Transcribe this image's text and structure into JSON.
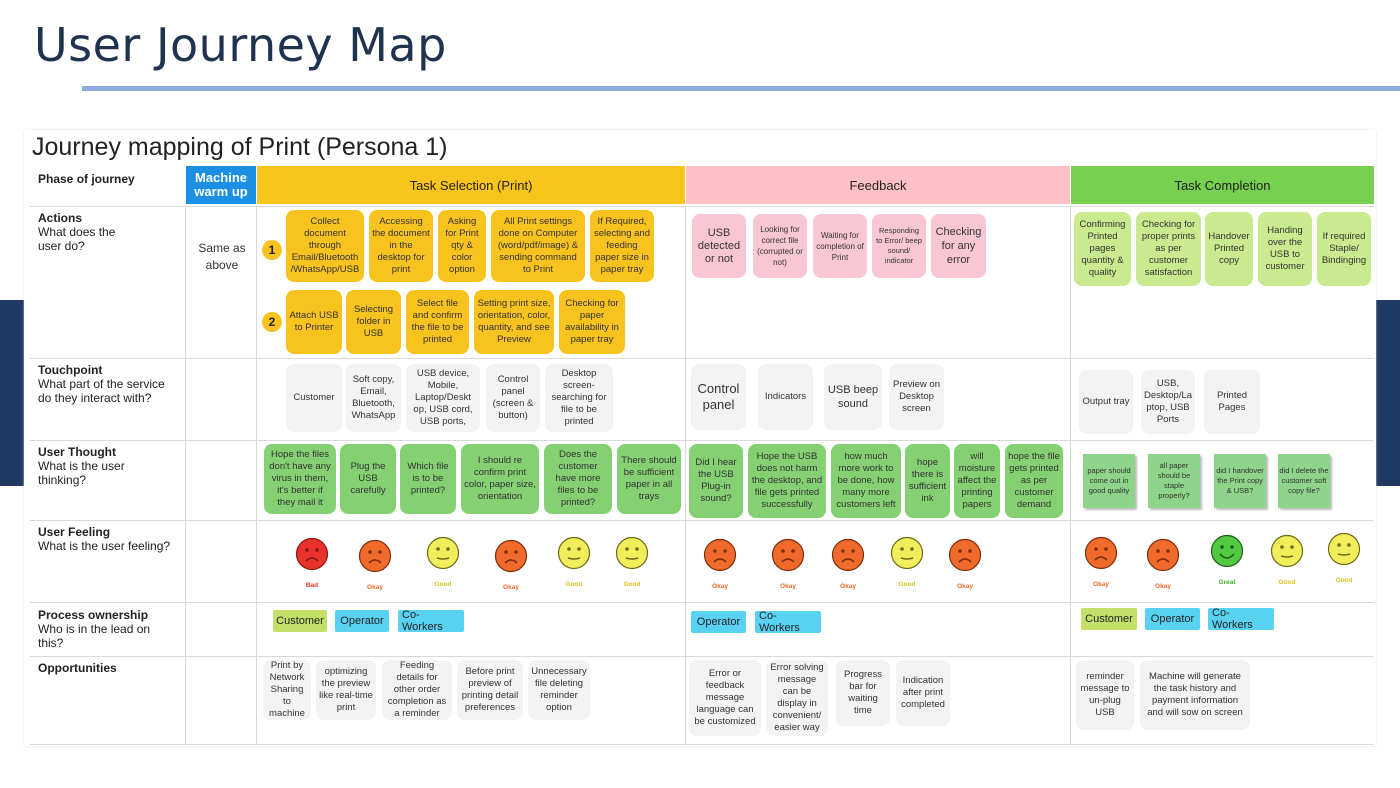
{
  "title": "User Journey Map",
  "subtitle": "Journey mapping of Print (Persona 1)",
  "colors": {
    "title": "#1f3350",
    "task_selection": "#f9c41b",
    "feedback": "#ffc0c7",
    "completion": "#77d04f",
    "warmup": "#1a8fe3"
  },
  "rows": [
    {
      "title": "Phase of journey",
      "desc": ""
    },
    {
      "title": "Actions",
      "desc": "What does the user do?"
    },
    {
      "title": "Touchpoint",
      "desc": "What part of the service do they interact with?"
    },
    {
      "title": "User Thought",
      "desc": "What is the user thinking?"
    },
    {
      "title": "User Feeling",
      "desc": "What is the user feeling?"
    },
    {
      "title": "Process ownership",
      "desc": "Who is in the lead on this?"
    },
    {
      "title": "Opportunities",
      "desc": ""
    }
  ],
  "phases": {
    "warmup": "Machine warm up",
    "task": "Task Selection (Print)",
    "feedback": "Feedback",
    "completion": "Task Completion"
  },
  "warmup_note": "Same as above",
  "badges": [
    "1",
    "2"
  ],
  "actions": {
    "task_row1": [
      "Collect document through Email/Bluetooth /WhatsApp/USB",
      "Accessing the document in the desktop for print",
      "Asking for Print qty & color option",
      "All Print settings done on Computer (word/pdf/image) & sending command to Print",
      "If Required, selecting and feeding paper size in paper tray"
    ],
    "task_row2": [
      "Attach USB to Printer",
      "Selecting folder in USB",
      "Select file and confirm the file to be printed",
      "Setting print size, orientation, color, quantity, and see Preview",
      "Checking for paper availability in paper tray"
    ],
    "feedback": [
      "USB detected or not",
      "Looking for correct file (corrupted or not)",
      "Waiting for completion of Print",
      "Responding to Error/ beep sound/ indicator",
      "Checking for any error"
    ],
    "completion": [
      "Confirming Printed pages quantity & quality",
      "Checking for proper prints as per customer satisfaction",
      "Handover Printed copy",
      "Handing over the USB to customer",
      "If required Staple/ Bindinging"
    ]
  },
  "touchpoints": {
    "task": [
      "Customer",
      "Soft copy, Email, Bluetooth, WhatsApp",
      "USB device, Mobile, Laptop/Deskt op, USB cord, USB ports,",
      "Control panel (screen & button)",
      "Desktop screen-searching for file to be printed"
    ],
    "feedback": [
      "Control panel",
      "Indicators",
      "USB beep sound",
      "Preview on Desktop screen"
    ],
    "completion": [
      "Output tray",
      "USB, Desktop/La ptop, USB Ports",
      "Printed Pages"
    ]
  },
  "thoughts": {
    "task": [
      "Hope the files don't have any virus in them, it's better if they mail it",
      "Plug the USB carefully",
      "Which file is to be printed?",
      "I should re confirm print color, paper size, orientation",
      "Does the customer have more files to be printed?",
      "There should be sufficient paper in all trays"
    ],
    "feedback": [
      "Did I hear the USB Plug-in sound?",
      "Hope the USB does not harm the desktop, and file gets printed successfully",
      "how much more work to be done, how many more customers left",
      "hope there is sufficient ink",
      "will moisture affect the printing papers",
      "hope the file gets printed as per customer demand"
    ],
    "completion": [
      "paper should come out in good quality",
      "all paper should be staple properly?",
      "did I handover the Print copy & USB?",
      "did I delete the customer soft copy file?"
    ]
  },
  "feelings": {
    "task": [
      {
        "mood": "bad",
        "label": "Bad"
      },
      {
        "mood": "okay",
        "label": "Okay"
      },
      {
        "mood": "good",
        "label": "Good"
      },
      {
        "mood": "okay",
        "label": "Okay"
      },
      {
        "mood": "good",
        "label": "Good"
      },
      {
        "mood": "good",
        "label": "Good"
      }
    ],
    "feedback": [
      {
        "mood": "okay",
        "label": "Okay"
      },
      {
        "mood": "okay",
        "label": "Okay"
      },
      {
        "mood": "okay",
        "label": "Okay"
      },
      {
        "mood": "good",
        "label": "Good"
      },
      {
        "mood": "okay",
        "label": "Okay"
      }
    ],
    "completion": [
      {
        "mood": "okay",
        "label": "Okay"
      },
      {
        "mood": "okay",
        "label": "Okay"
      },
      {
        "mood": "great",
        "label": "Great"
      },
      {
        "mood": "good",
        "label": "Good"
      },
      {
        "mood": "good",
        "label": "Good"
      }
    ]
  },
  "ownership": {
    "task": [
      "Customer",
      "Operator",
      "Co-Workers"
    ],
    "feedback": [
      "Operator",
      "Co-Workers"
    ],
    "completion": [
      "Customer",
      "Operator",
      "Co-Workers"
    ]
  },
  "opportunities": {
    "task": [
      "Print by Network Sharing to machine",
      "optimizing the preview like real-time print",
      "Feeding details for other order completion as a reminder",
      "Before print preview of printing detail preferences",
      "Unnecessary file deleting reminder option"
    ],
    "feedback": [
      "Error or feedback message language can be customized",
      "Error solving message can be display in convenient/ easier way",
      "Progress bar for waiting time",
      "Indication after print completed"
    ],
    "completion": [
      "reminder message to un-plug USB",
      "Machine will generate the task history and payment information and will sow on screen"
    ]
  }
}
